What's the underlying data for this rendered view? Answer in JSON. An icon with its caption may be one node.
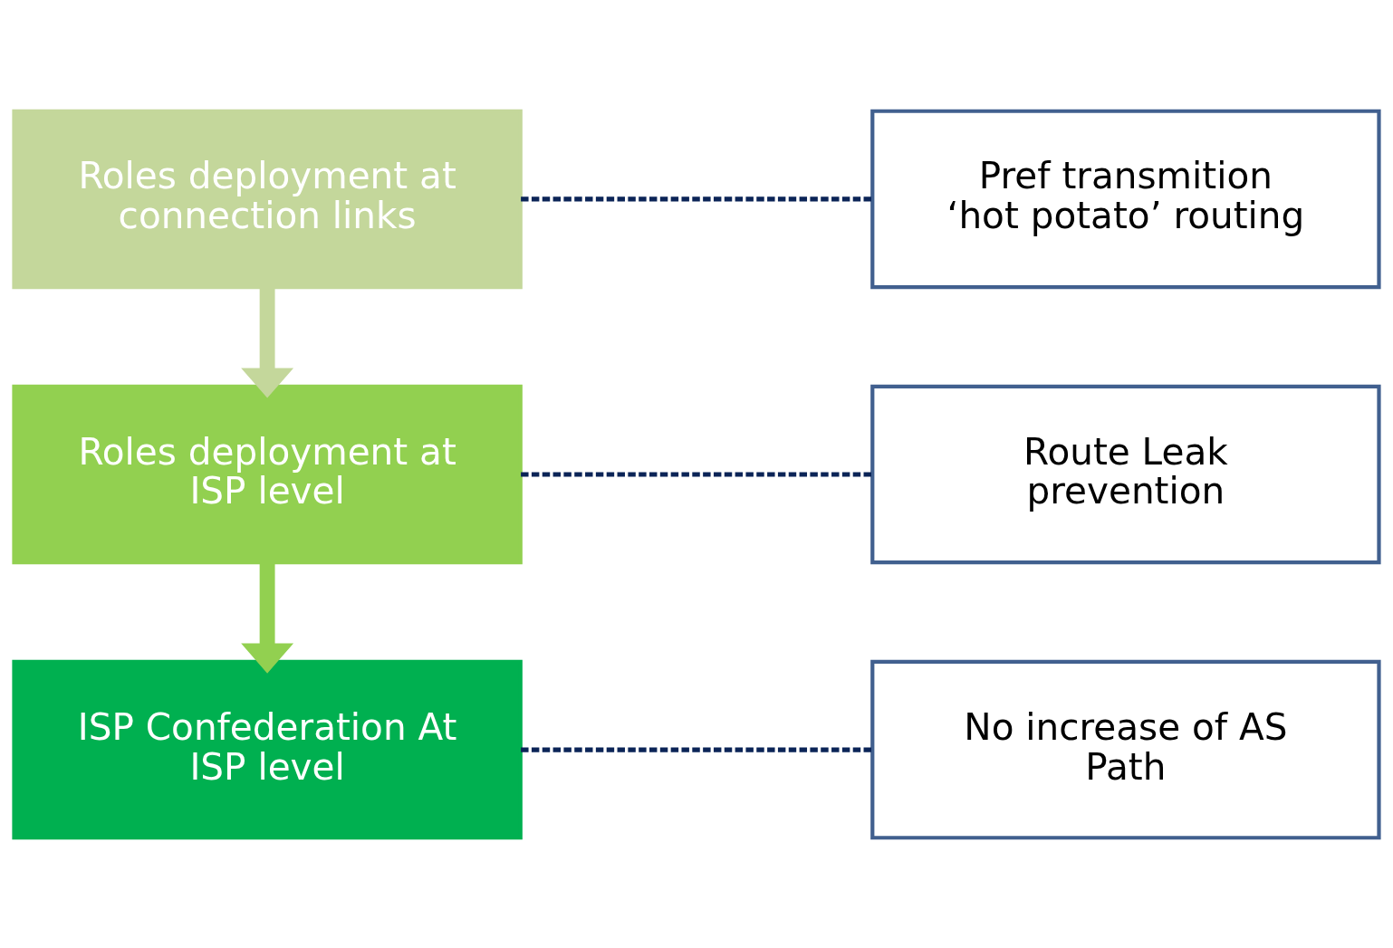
{
  "diagram": {
    "nodes": [
      {
        "text": [
          "Roles deployment at connection links"
        ]
      },
      {
        "text": [
          "Pref transmition ‘hot potato’ routing"
        ]
      },
      {
        "text": [
          "Roles deployment at ISP level"
        ]
      },
      {
        "text": [
          "Route Leak prevention"
        ]
      },
      {
        "text": [
          "ISP Confederation At ISP level"
        ]
      },
      {
        "text": [
          "No increase of AS Path"
        ]
      }
    ],
    "edges": [
      {
        "from": 0,
        "to": 1,
        "arrow": "none",
        "style": "dashed"
      },
      {
        "from": 0,
        "to": 2,
        "arrow": "to",
        "style": "thick",
        "color": "#c4d79b"
      },
      {
        "from": 2,
        "to": 3,
        "arrow": "none",
        "style": "dashed"
      },
      {
        "from": 2,
        "to": 4,
        "arrow": "to",
        "style": "thick",
        "color": "#92d050"
      },
      {
        "from": 4,
        "to": 5,
        "arrow": "none",
        "style": "dashed"
      }
    ]
  }
}
